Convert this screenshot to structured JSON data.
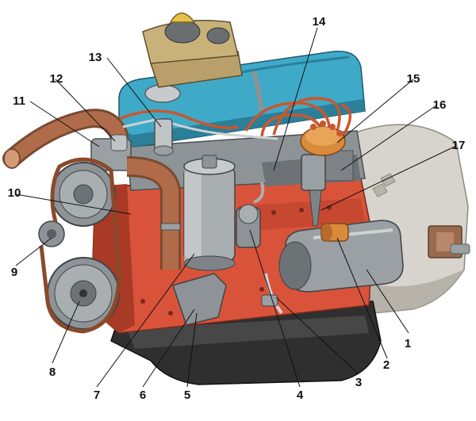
{
  "callouts": [
    {
      "id": 1,
      "text": "1"
    },
    {
      "id": 2,
      "text": "2"
    },
    {
      "id": 3,
      "text": "3"
    },
    {
      "id": 4,
      "text": "4"
    },
    {
      "id": 5,
      "text": "5"
    },
    {
      "id": 6,
      "text": "6"
    },
    {
      "id": 7,
      "text": "7"
    },
    {
      "id": 8,
      "text": "8"
    },
    {
      "id": 9,
      "text": "9"
    },
    {
      "id": 10,
      "text": "10"
    },
    {
      "id": 11,
      "text": "11"
    },
    {
      "id": 12,
      "text": "12"
    },
    {
      "id": 13,
      "text": "13"
    },
    {
      "id": 14,
      "text": "14"
    },
    {
      "id": 15,
      "text": "15"
    },
    {
      "id": 16,
      "text": "16"
    },
    {
      "id": 17,
      "text": "17"
    }
  ],
  "colors": {
    "block": "#d9533a",
    "block_shadow": "#a83a26",
    "valve_cover": "#3fa9c8",
    "valve_cover_dark": "#2b7f99",
    "gearbox": "#d7d4cd",
    "gearbox_dark": "#a9a59c",
    "metal": "#9aa0a3",
    "metal_dark": "#5a5f62",
    "pan": "#2f2f2f",
    "hose": "#b06c4a",
    "wire": "#c9572e",
    "distributor_cap": "#d98a3a",
    "leader": "#111111"
  }
}
